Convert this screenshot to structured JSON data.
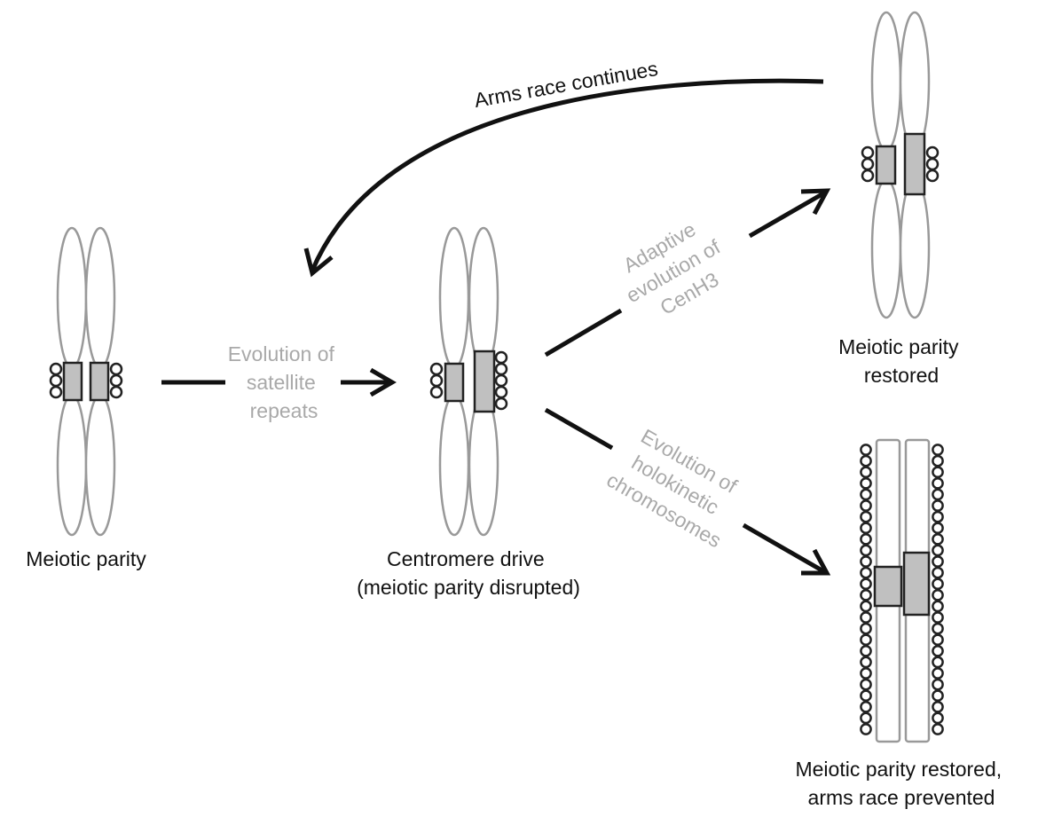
{
  "stages": {
    "meiotic_parity": "Meiotic parity",
    "centromere_drive_line1": "Centromere drive",
    "centromere_drive_line2": "(meiotic parity disrupted)",
    "restored_line1": "Meiotic parity",
    "restored_line2": "restored",
    "prevented_line1": "Meiotic parity restored,",
    "prevented_line2": "arms race prevented"
  },
  "transitions": {
    "satellite_line1": "Evolution of",
    "satellite_line2": "satellite",
    "satellite_line3": "repeats",
    "cenh3_line1": "Adaptive",
    "cenh3_line2": "evolution of",
    "cenh3_line3": "CenH3",
    "holo_line1": "Evolution of",
    "holo_line2": "holokinetic",
    "holo_line3": "chromosomes",
    "arms_race": "Arms race continues"
  },
  "colors": {
    "dark_text": "#111111",
    "grey_text": "#a9a9a9",
    "chromosome_outline": "#999999",
    "centromere_fill": "#c0c0c0"
  }
}
